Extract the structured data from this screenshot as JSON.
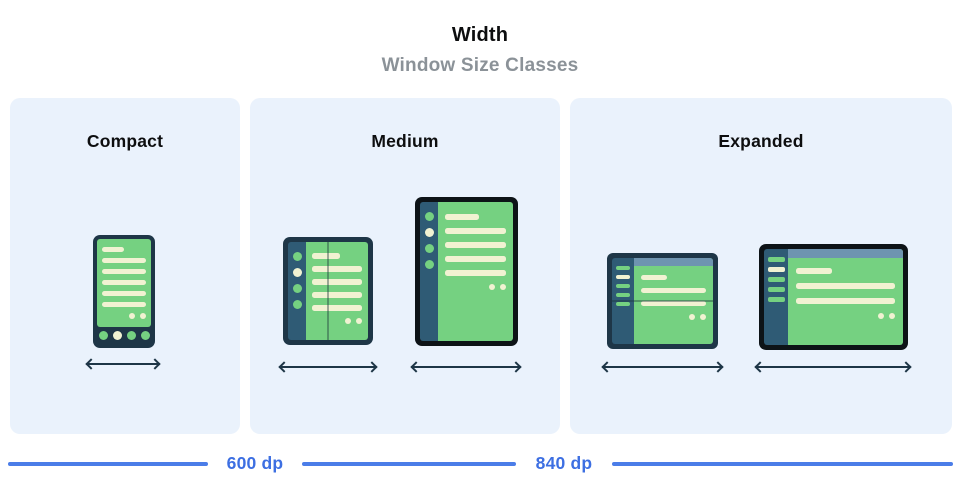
{
  "header": {
    "title": "Width",
    "subtitle": "Window Size Classes"
  },
  "panels": [
    {
      "label": "Compact",
      "devices": [
        "phone"
      ]
    },
    {
      "label": "Medium",
      "devices": [
        "foldable-open",
        "tablet-portrait"
      ]
    },
    {
      "label": "Expanded",
      "devices": [
        "foldable-landscape",
        "laptop-window"
      ]
    }
  ],
  "ruler": {
    "labels": [
      "600 dp",
      "840 dp"
    ]
  },
  "icons": {
    "width-arrow": "↔"
  },
  "colors": {
    "page-bg": "#ffffff",
    "panel-bg": "#eaf2fc",
    "heading": "#0d0e0f",
    "subtitle": "#8b9298",
    "frame-navy": "#1e3647",
    "frame-black": "#0d1317",
    "rail-navy": "#2f5b75",
    "screen-green": "#75d181",
    "line-cream": "#f1f2d2",
    "header-steel": "#6e94b0",
    "accent-line": "#4b7de8",
    "accent-text": "#3d6fe2",
    "arrow": "#1e3647"
  }
}
